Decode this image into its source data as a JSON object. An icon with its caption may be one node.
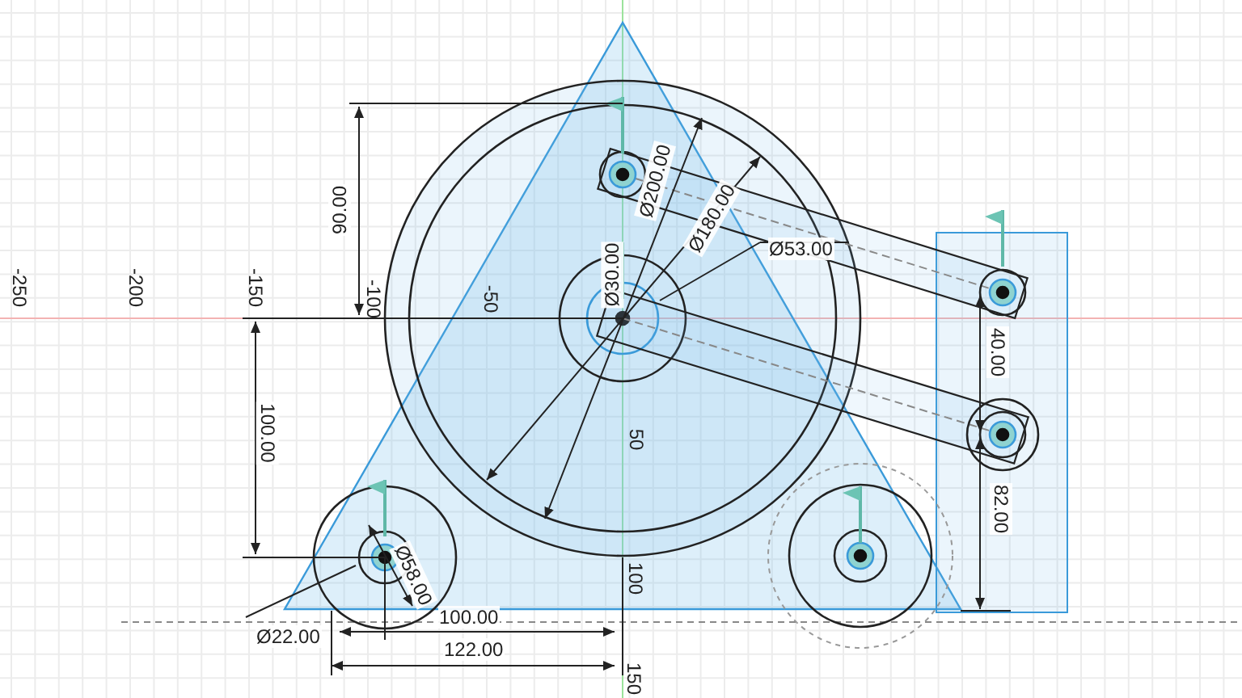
{
  "diagram": {
    "labels": [
      "90.00",
      "Ø200.00",
      "Ø180.00",
      "Ø53.00",
      "Ø30.00",
      "-250",
      "-200",
      "-150",
      "-100",
      "-50",
      "40.00",
      "100.00",
      "50",
      "82.00",
      "Ø58.00",
      "100",
      "Ø22.00",
      "100.00",
      "122.00",
      "150"
    ]
  }
}
